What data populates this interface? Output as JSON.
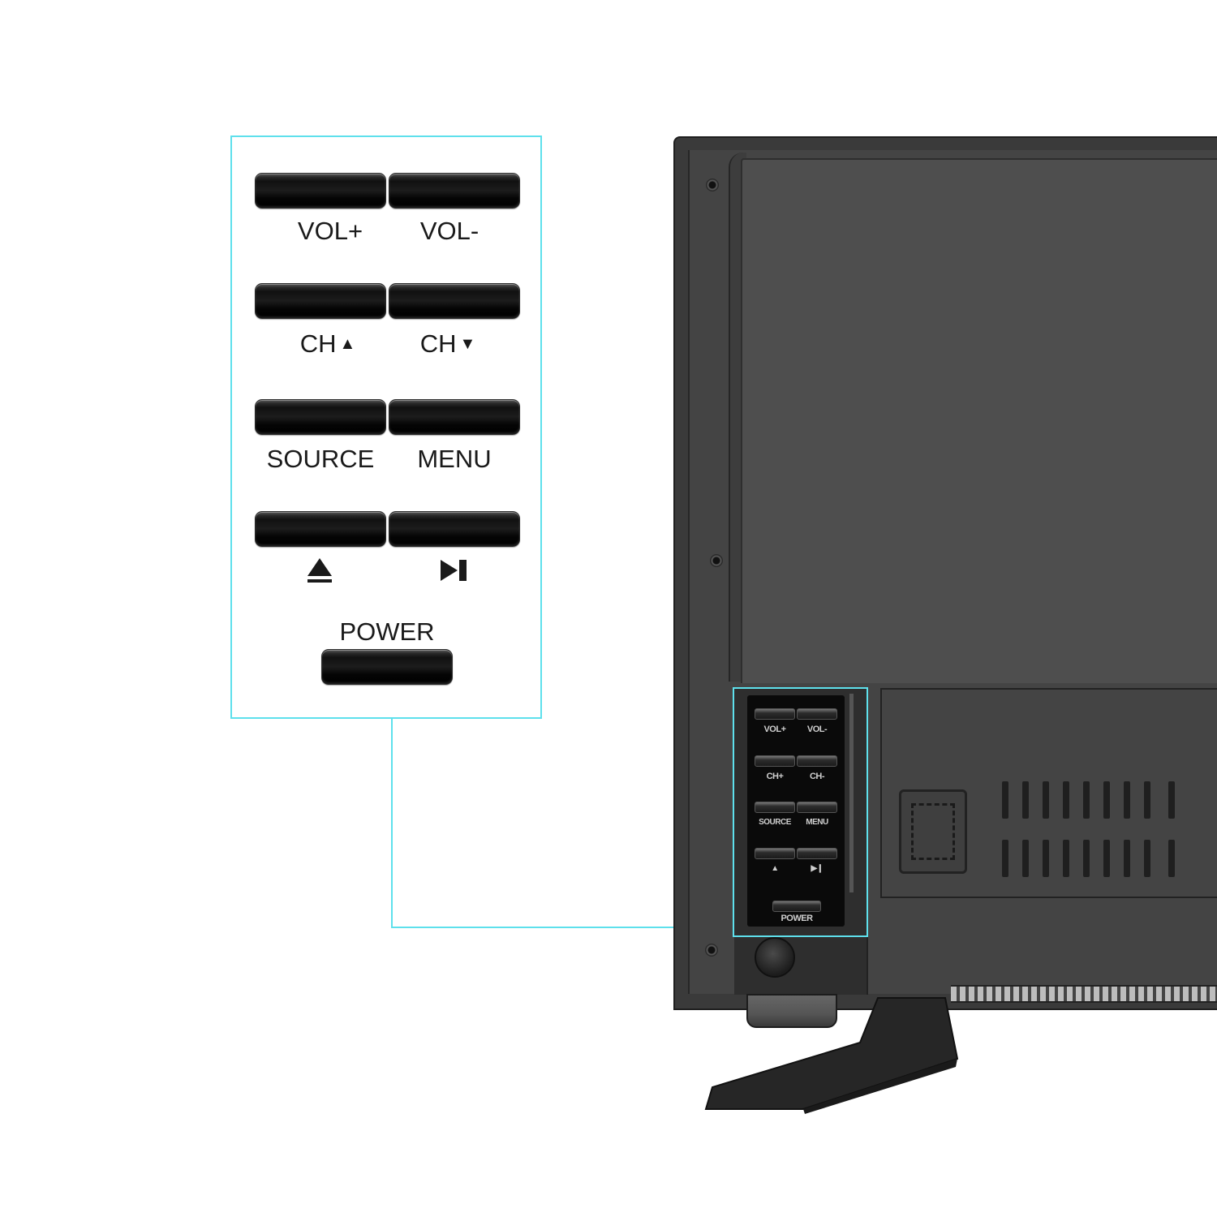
{
  "callout": {
    "vol_plus": "VOL+",
    "vol_minus": "VOL-",
    "ch_up_text": "CH",
    "ch_up_glyph": "▲",
    "ch_down_text": "CH",
    "ch_down_glyph": "▼",
    "source": "SOURCE",
    "menu": "MENU",
    "power": "POWER"
  },
  "tv_panel": {
    "vol_plus": "VOL+",
    "vol_minus": "VOL-",
    "ch_plus": "CH+",
    "ch_minus": "CH-",
    "source": "SOURCE",
    "menu": "MENU",
    "eject": "▲",
    "play_pause": "▶❙",
    "power": "POWER"
  },
  "icons": {
    "eject": "eject-icon",
    "play_pause": "play-pause-icon"
  },
  "colors": {
    "callout_accent": "#5ee0ec",
    "tv_body": "#3a3a3a",
    "button_black": "#111111"
  }
}
